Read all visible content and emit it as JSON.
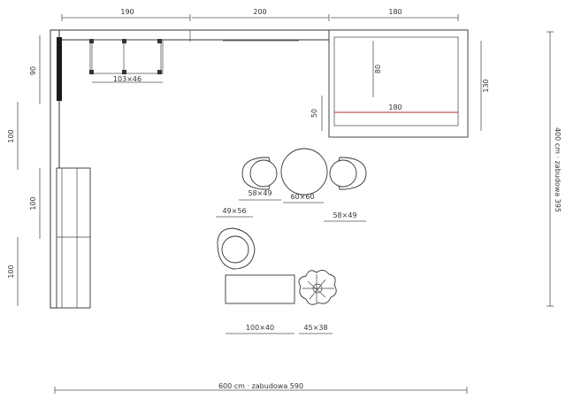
{
  "dimensions": {
    "top_left": "190",
    "top_middle": "200",
    "top_right": "180",
    "left_upper": "90",
    "left_a": "100",
    "left_b": "100",
    "left_c": "100",
    "shelf": "103×46",
    "bed_depth": "80",
    "bed_width": "180",
    "bed_height": "130",
    "nightstand": "50",
    "chair_left": "58×49",
    "table": "60×60",
    "chair_right": "58×49",
    "armchair": "49×56",
    "bench": "100×40",
    "plant": "45×38",
    "total_width": "600 cm · zabudowa 590",
    "total_height": "400 cm · zabudowa 395"
  },
  "colors": {
    "line": "#333333",
    "accent_bed": "#b03030"
  }
}
